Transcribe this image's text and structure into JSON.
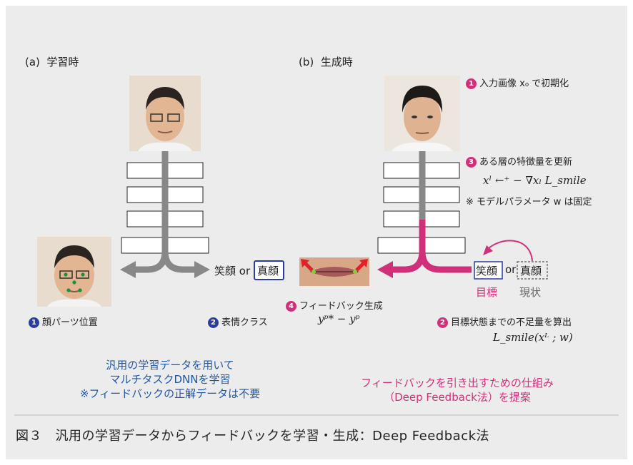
{
  "panel_a": {
    "title": "(a)  学習時",
    "step1": "顔パーツ位置",
    "step2": "表情クラス",
    "class_smile": "笑顔",
    "class_or": "or",
    "class_neutral": "真顔",
    "summary_lines": [
      "汎用の学習データを用いて",
      "マルチタスクDNNを学習",
      "※フィードバックの正解データは不要"
    ]
  },
  "panel_b": {
    "title": "(b)  生成時",
    "step1": "入力画像 x₀ で初期化",
    "step3": "ある層の特徴量を更新",
    "update_formula": "xˡ ←⁺ − ∇xₗ L_smile",
    "note_fixed": "※ モデルパラメータ w は固定",
    "class_smile": "笑顔",
    "class_or": "or",
    "class_neutral": "真顔",
    "target_label": "目標",
    "current_label": "現状",
    "step2": "目標状態までの不足量を算出",
    "loss_formula": "L_smile(xᴸ ; w)",
    "step4": "フィードバック生成",
    "feedback_formula": "yᵖ* − yᵖ",
    "summary_lines": [
      "フィードバックを引き出すための仕組み",
      "（Deep Feedback法）を提案"
    ]
  },
  "step_numbers": {
    "one": "1",
    "two": "2",
    "three": "3",
    "four": "4"
  },
  "caption": "図３　汎用の学習データからフィードバックを学習・生成：Deep Feedback法",
  "colors": {
    "gray": "#888888",
    "pink": "#d0307a",
    "navy": "#2a3d9a",
    "blue_text": "#1f57a8",
    "background": "#ececec"
  }
}
